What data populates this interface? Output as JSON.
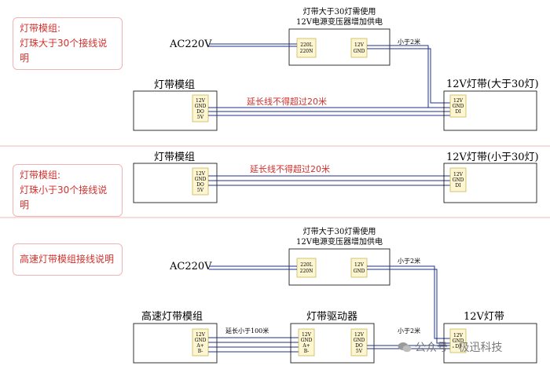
{
  "sections": [
    {
      "label_lines": [
        "灯带模组:",
        "灯珠大于30个接线说明"
      ],
      "transformer_note": [
        "灯带大于30灯需使用",
        "12V电源变压器增加供电"
      ],
      "ac_label": "AC220V",
      "psu_in": [
        "220L",
        "220N"
      ],
      "psu_out": [
        "12V",
        "GND"
      ],
      "less_2m": "小于2米",
      "module_title": "灯带模组",
      "module_pins": [
        "12V",
        "GND",
        "DO",
        "5V"
      ],
      "ext_note": "延长线不得超过20米",
      "strip_title": "12V灯带(大于30灯)",
      "strip_pins": [
        "12V",
        "GND",
        "DI"
      ]
    },
    {
      "label_lines": [
        "灯带模组:",
        "灯珠小于30个接线说明"
      ],
      "module_title": "灯带模组",
      "module_pins": [
        "12V",
        "GND",
        "DO",
        "5V"
      ],
      "ext_note": "延长线不得超过20米",
      "strip_title": "12V灯带(小于30灯)",
      "strip_pins": [
        "12V",
        "GND",
        "DI"
      ]
    },
    {
      "label_lines": [
        "高速灯带模组接线说明"
      ],
      "transformer_note": [
        "灯带大于30灯需使用",
        "12V电源变压器增加供电"
      ],
      "ac_label": "AC220V",
      "psu_in": [
        "220L",
        "220N"
      ],
      "psu_out": [
        "12V",
        "GND"
      ],
      "less_2m_a": "小于2米",
      "module_title": "高速灯带模组",
      "module_pins": [
        "12V",
        "GND",
        "A+",
        "B-"
      ],
      "ext_note": "延长小于100米",
      "driver_title": "灯带驱动器",
      "driver_in_pins": [
        "12V",
        "GND",
        "A+",
        "B-"
      ],
      "driver_out_pins": [
        "12V",
        "GND",
        "DO",
        "5V"
      ],
      "less_2m_b": "小于2米",
      "strip_title": "12V灯带",
      "strip_pins": [
        "12V",
        "GND",
        "DI"
      ]
    }
  ],
  "watermark": "公众号 · 极迅科技",
  "colors": {
    "wire": "#1f2f8a",
    "red_text": "#d0312d",
    "box_fill": "#fdf6d0",
    "box_border": "#c9b85a",
    "divider": "#f2c6c6"
  }
}
